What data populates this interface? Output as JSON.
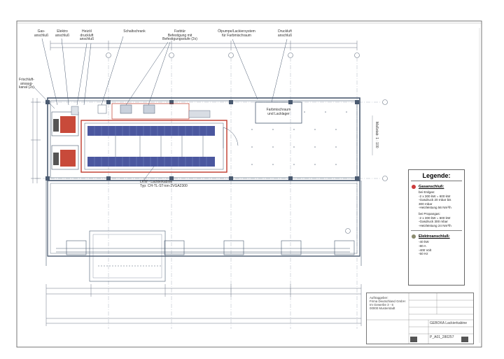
{
  "labels": {
    "gas": [
      "Gas-",
      "anschluß"
    ],
    "elektro": [
      "Elektro",
      "anschluß"
    ],
    "heizol": [
      "Heizöl",
      "druckluft",
      "anschluß"
    ],
    "schaltschrank": [
      "Schaltschrank"
    ],
    "farbtuer": [
      "Farbtür",
      "Befestigung mit",
      "Befestigungsstufe (2x)"
    ],
    "oelpumpe": [
      "Ölpumpe/Lackiersystem",
      "für Farbmischraum"
    ],
    "druckluft": [
      "Druckluft",
      "anschluß"
    ],
    "frischluft": [
      "Frischluft-",
      "ansaug-",
      "kanal (2x)"
    ],
    "farbmisch": [
      "Farbmischraum",
      "und Lacklager"
    ],
    "lkw": [
      "LKW - Lackierkabine",
      "Typ: CH-TL-ST-ion-2VGA2300"
    ],
    "scale": "Maßstab: 1 : 100"
  },
  "legend": {
    "title": "Legende:",
    "gas_heading": "Gasanschluß:",
    "gas_color": "#cc3b3b",
    "gas_lines": [
      "bei Erdgas:",
      "-2 x 300 kW = 600 kW",
      "-Gasdruck 20 mbar bis",
      " 300 mbar",
      "-Heizleistung 56 Nm³/h",
      "",
      "bei Propangas:",
      "-2 x 300 kW = 600 kW",
      "-Gasdruck 300 mbar",
      "-Heizleistung 24 Nm³/h"
    ],
    "elec_heading": "Elektroanschluß:",
    "elec_color": "#8a8a6e",
    "elec_lines": [
      "-40 kW",
      "-80 A",
      "-400 Volt",
      "-50 Hz"
    ]
  },
  "titleblock": {
    "company": [
      "Auftraggeber:",
      "Firma Deutschland GmbH",
      "Im Gewerbe 3 - 6",
      "00000 Musterstadt"
    ],
    "project": "GEBOKA Lackierkabine",
    "drawing_no": "P_A01_280257"
  },
  "colors": {
    "line": "#4a5a70",
    "booth": "#c0392b",
    "filter": "#2c3a8e",
    "burner": "#c84a3a",
    "dim": "#6a7585"
  }
}
